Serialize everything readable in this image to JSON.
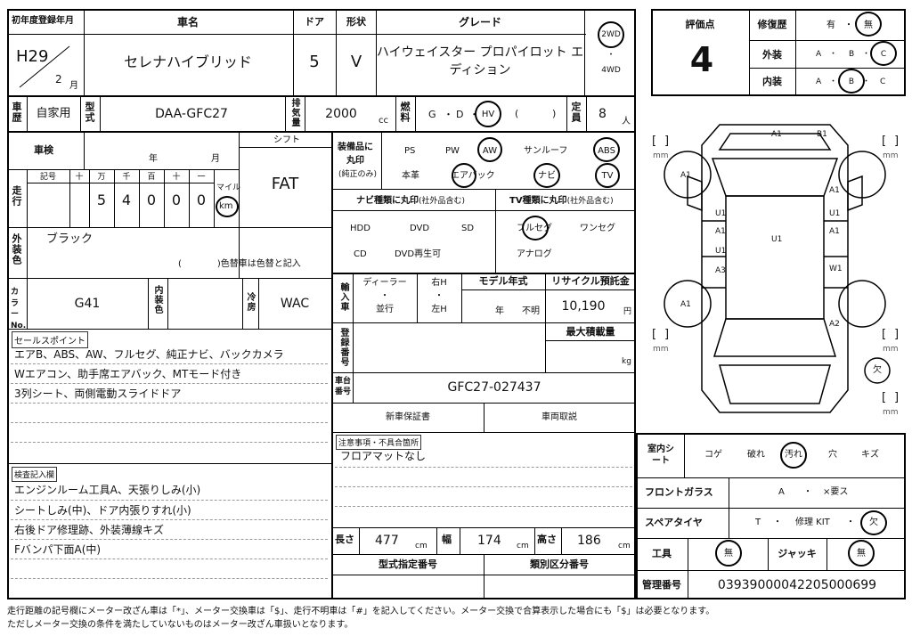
{
  "h": {
    "reg_label": "初年度登録年月",
    "reg_era": "H29",
    "reg_month": "2",
    "month_unit": "月",
    "car_label": "車名",
    "car": "セレナハイブリッド",
    "door_label": "ドア",
    "door": "5",
    "shape_label": "形状",
    "shape": "V",
    "grade_label": "グレード",
    "grade1": "ハイウェイスター プロパイロット エ",
    "grade2": "ディション",
    "d2": "2WD",
    "d4": "4WD",
    "dot": "・"
  },
  "r2": {
    "use_label": "車歴",
    "use": "自家用",
    "type_label": "型式",
    "type": "DAA-GFC27",
    "disp_label": "排気量",
    "disp": "2000",
    "cc": "cc",
    "fuel_label": "燃料",
    "fuel_g": "G",
    "fuel_d": "D",
    "fuel_hv": "HV",
    "fuel_paren_o": "(",
    "fuel_paren_c": ")",
    "cap_label": "定員",
    "cap": "8",
    "cap_unit": "人"
  },
  "insp": {
    "label": "車検",
    "year": "年",
    "month": "月",
    "shift_label": "シフト",
    "shift": "FAT",
    "mil_label": "走行",
    "sign": "記号",
    "jyu": "十",
    "man": "万",
    "sen": "千",
    "hyaku": "百",
    "jyuu": "十",
    "ichi": "一",
    "d1": "5",
    "d2": "4",
    "d3": "0",
    "d4": "0",
    "d5": "0",
    "mile": "マイル",
    "km": "km"
  },
  "col": {
    "label": "外装色",
    "value": "ブラック",
    "note": "(　　　　)色替車は色替と記入",
    "code_label": "カラーNo.",
    "code": "G41",
    "int_label": "内装色",
    "ac_label": "冷房",
    "ac": "WAC"
  },
  "eq": {
    "label1": "装備品に",
    "label2": "丸印",
    "label3": "(純正のみ)",
    "ps": "PS",
    "pw": "PW",
    "aw": "AW",
    "sun": "サンルーフ",
    "abs": "ABS",
    "leather": "本革",
    "airbag": "エアバック",
    "navi": "ナビ",
    "tv": "TV"
  },
  "nav": {
    "label": "ナビ種類に丸印",
    "sub": "(社外品含む)",
    "hdd": "HDD",
    "dvd": "DVD",
    "sd": "SD",
    "cd": "CD",
    "dvdp": "DVD再生可"
  },
  "tvk": {
    "label": "TV種類に丸印",
    "sub": "(社外品含む)",
    "full": "フルセグ",
    "one": "ワンセグ",
    "analog": "アナログ"
  },
  "imp": {
    "label": "輸入車",
    "dealer": "ディーラー",
    "heiko": "並行",
    "dot": "・",
    "rh": "右H",
    "lh": "左H",
    "model_label": "モデル年式",
    "model_y": "年",
    "model_val": "不明",
    "recyc_label": "リサイクル預託金",
    "recyc": "10,190",
    "yen": "円"
  },
  "regn": {
    "label": "登録番号",
    "maxload": "最大積載量",
    "kg": "kg"
  },
  "chassis": {
    "label": "車台番号",
    "value": "GFC27-027437",
    "warranty": "新車保証書",
    "manual": "車両取説"
  },
  "sales": {
    "label": "セールスポイント",
    "l1": "エアB、ABS、AW、フルセグ、純正ナビ、バックカメラ",
    "l2": "Wエアコン、助手席エアバック、MTモード付き",
    "l3": "3列シート、両側電動スライドドア"
  },
  "notes": {
    "label": "注意事項・不具合箇所",
    "l1": "フロアマットなし"
  },
  "chk": {
    "label": "検査記入欄",
    "l1": "エンジンルーム工具A、天張りしみ(小)",
    "l2": "シートしみ(中)、ドア内張りすれ(小)",
    "l3": "右後ドア修理跡、外装薄線キズ",
    "l4": "Fバンパ下面A(中)"
  },
  "dim": {
    "len_label": "長さ",
    "len": "477",
    "wid_label": "幅",
    "wid": "174",
    "hei_label": "高さ",
    "hei": "186",
    "cm": "cm",
    "katashiki": "型式指定番号",
    "ruibetsu": "類別区分番号"
  },
  "score": {
    "label": "評価点",
    "value": "4",
    "rep_label": "修復歴",
    "rep_yes": "有",
    "rep_no": "無",
    "ext_label": "外装",
    "int_label": "内装",
    "a": "A",
    "b": "B",
    "c": "C",
    "dot": "・"
  },
  "seat": {
    "label": "室内シート",
    "koge": "コゲ",
    "yabure": "破れ",
    "yogore": "汚れ",
    "ana": "穴",
    "kizu": "キズ"
  },
  "glass": {
    "label": "フロントガラス",
    "a": "A",
    "x": "×要ス",
    "dot": "・"
  },
  "spare": {
    "label": "スペアタイヤ",
    "t": "T",
    "kit": "修理 KIT",
    "ketsu": "欠",
    "dot": "・"
  },
  "tools": {
    "label": "工具",
    "value": "無",
    "jack_label": "ジャッキ",
    "jack": "無"
  },
  "mgmt": {
    "label": "管理番号",
    "value": "03939000042205000699"
  },
  "map": {
    "a1": "A1",
    "b1": "B1",
    "u1": "U1",
    "a3": "A3",
    "w1": "W1",
    "a2": "A2",
    "ketsu": "欠",
    "mm": "mm",
    "br_o": "[",
    "br_c": "]"
  },
  "footer": {
    "l1": "走行距離の記号欄にメーター改ざん車は「*」、メーター交換車は「$」、走行不明車は「#」を記入してください。メーター交換で合算表示した場合にも「$」は必要となります。",
    "l2": "ただしメーター交換の条件を満たしていないものはメーター改ざん車扱いとなります。"
  }
}
